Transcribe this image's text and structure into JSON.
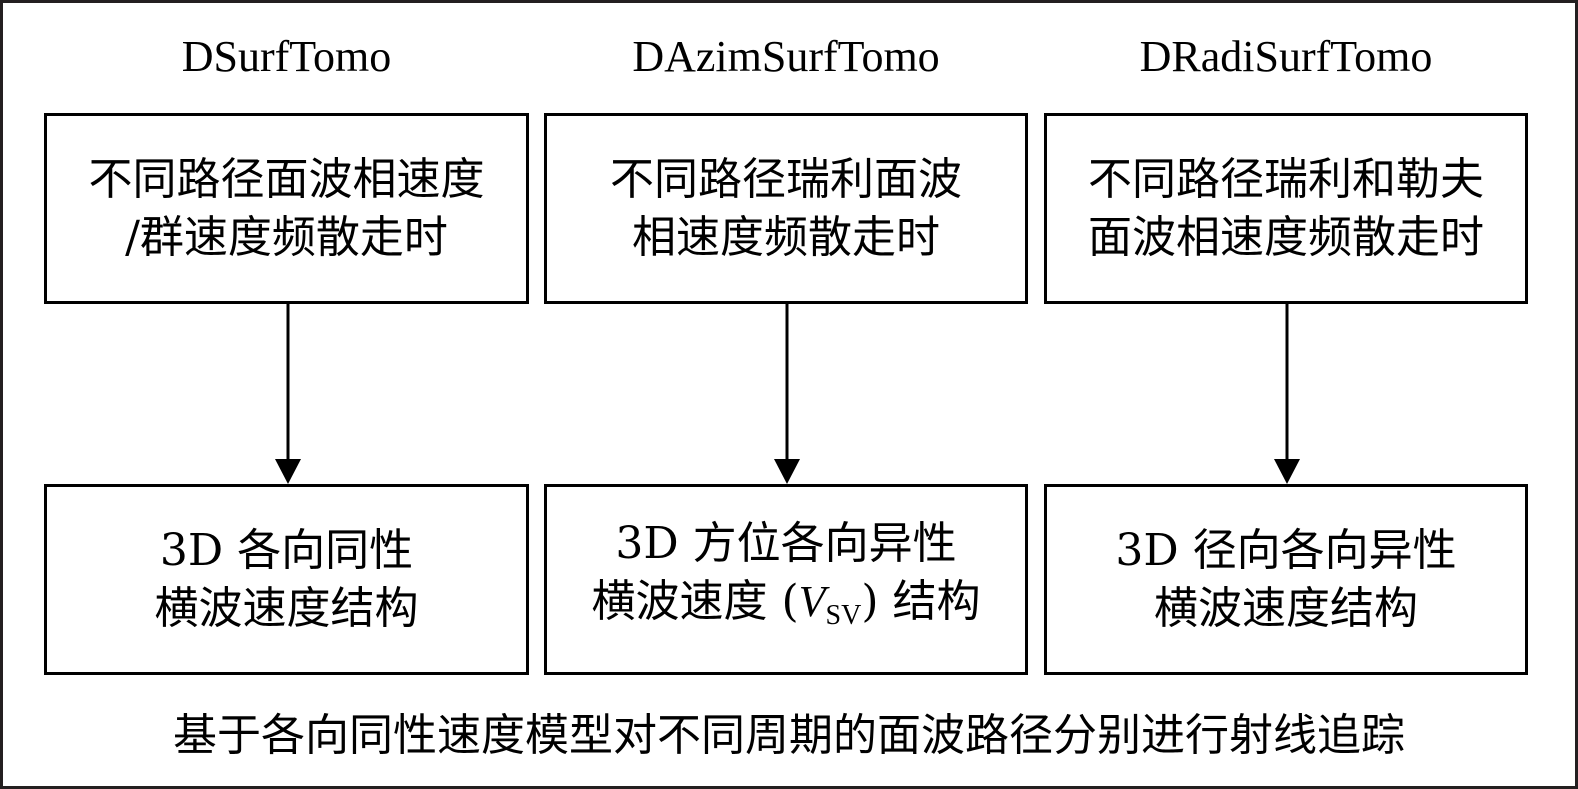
{
  "columns": [
    {
      "title": "DSurfTomo",
      "input_lines": [
        "不同路径面波相速度",
        "/群速度频散走时"
      ],
      "output_lines": [
        "3D 各向同性",
        "横波速度结构"
      ]
    },
    {
      "title": "DAzimSurfTomo",
      "input_lines": [
        "不同路径瑞利面波",
        "相速度频散走时"
      ],
      "output_line1": "3D 方位各向异性",
      "output_line2": {
        "before": "横波速度 (",
        "var": "V",
        "subscript": "SV",
        "after": ") 结构"
      }
    },
    {
      "title": "DRadiSurfTomo",
      "input_lines": [
        "不同路径瑞利和勒夫",
        "面波相速度频散走时"
      ],
      "output_lines": [
        "3D 径向各向异性",
        "横波速度结构"
      ]
    }
  ],
  "caption": "基于各向同性速度模型对不同周期的面波路径分别进行射线追踪",
  "colors": {
    "frame": "#231f20",
    "stroke": "#000000",
    "background": "#ffffff"
  }
}
